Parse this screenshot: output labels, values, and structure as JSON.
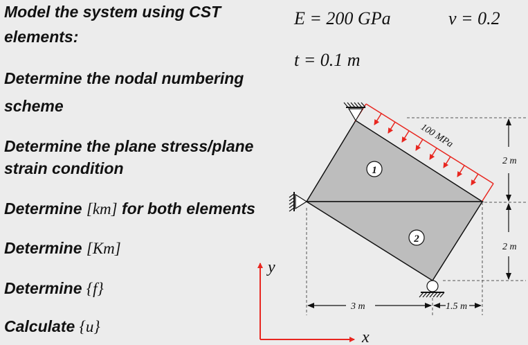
{
  "tasks": {
    "model_line1": "Model the system using CST",
    "model_line2": "elements:",
    "numbering_line1": "Determine the nodal numbering",
    "numbering_line2": "scheme",
    "plane_line1": "Determine the plane stress/plane",
    "plane_line2": "strain condition",
    "km_prefix": "Determine ",
    "km_math": "[km]",
    "km_suffix": " for both elements",
    "Km_prefix": "Determine ",
    "Km_math": "[Km]",
    "f_prefix": "Determine ",
    "f_math": "{f}",
    "u_prefix": "Calculate ",
    "u_math": "{u}"
  },
  "parameters": {
    "E": "E = 200 GPa",
    "nu": "v = 0.2",
    "t": "t = 0.1 m"
  },
  "diagram": {
    "load_label": "100 MPa",
    "element1_label": "1",
    "element2_label": "2",
    "dim_vertical_top": "2 m",
    "dim_vertical_bottom": "2 m",
    "dim_horizontal_left": "3 m",
    "dim_horizontal_right": "1.5 m",
    "axis_y": "y",
    "axis_x": "x"
  },
  "colors": {
    "element_fill": "#bdbdbd",
    "load_red": "#e8261f",
    "axis_red": "#e8261f",
    "text": "#111111"
  }
}
